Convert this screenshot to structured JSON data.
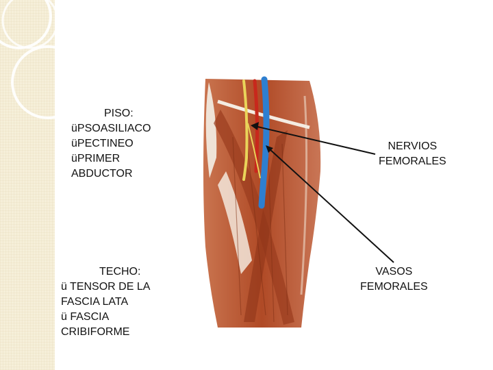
{
  "piso": {
    "heading": "PISO:",
    "items": [
      "üPSOASILIACO",
      "üPECTINEO",
      "üPRIMER",
      "ABDUCTOR"
    ]
  },
  "techo": {
    "heading": "TECHO:",
    "items": [
      "ü TENSOR DE LA",
      "FASCIA LATA",
      "ü FASCIA",
      "CRIBIFORME"
    ]
  },
  "nervios": {
    "lines": [
      "NERVIOS",
      "FEMORALES"
    ]
  },
  "vasos": {
    "lines": [
      "VASOS",
      "FEMORALES"
    ]
  },
  "colors": {
    "background": "#ffffff",
    "side_band": "#f6efd9",
    "muscle": "#b4542e",
    "vein": "#2e7fd0",
    "nerve": "#e9d45a",
    "arrow": "#111111"
  }
}
